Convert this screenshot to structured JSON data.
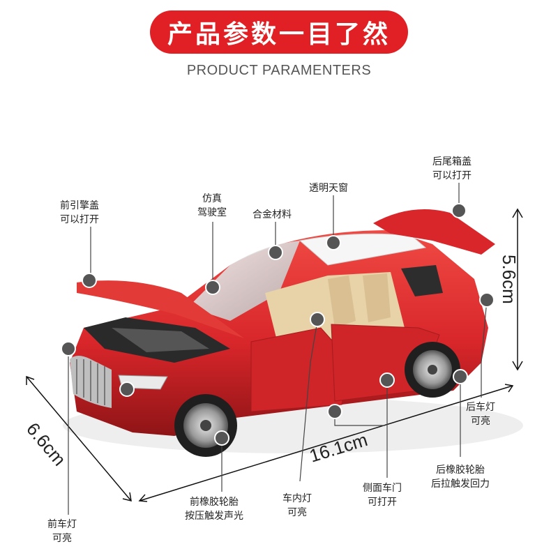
{
  "header": {
    "title": "产品参数一目了然",
    "subtitle": "PRODUCT PARAMENTERS"
  },
  "labels": {
    "front_hood": [
      "前引擎盖",
      "可以打开"
    ],
    "cockpit": [
      "仿真",
      "驾驶室"
    ],
    "alloy": "合金材料",
    "sunroof": "透明天窗",
    "trunk": [
      "后尾箱盖",
      "可以打开"
    ],
    "tail_light": [
      "后车灯",
      "可亮"
    ],
    "rear_tire": [
      "后橡胶轮胎",
      "后拉触发回力"
    ],
    "side_door": [
      "侧面车门",
      "可打开"
    ],
    "interior_light": [
      "车内灯",
      "可亮"
    ],
    "front_tire": [
      "前橡胶轮胎",
      "按压触发声光"
    ],
    "headlight": [
      "前车灯",
      "可亮"
    ]
  },
  "dimensions": {
    "length": "16.1cm",
    "width": "6.6cm",
    "height": "5.6cm"
  },
  "colors": {
    "banner": "#e02024",
    "car_body": "#d8262a",
    "interior": "#e8d2a8",
    "marker": "#555555"
  }
}
